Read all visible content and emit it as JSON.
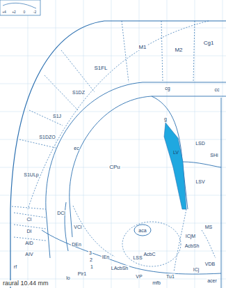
{
  "diagram": {
    "caption": "raural 10.44 mm",
    "labels": [
      "+4",
      "+2",
      "0",
      "-2",
      "M1",
      "M2",
      "Cg1",
      "S1FL",
      "S1DZ",
      "S1J",
      "S1DZO",
      "S1ULp",
      "cg",
      "cc",
      "g",
      "LV",
      "CPu",
      "ec",
      "LSD",
      "LSV",
      "SHi",
      "CI",
      "DI",
      "AID",
      "AIV",
      "rf",
      "DCl",
      "VCl",
      "DEn",
      "ICjM",
      "AcbSh",
      "aca",
      "AcbC",
      "MS",
      "VDB",
      "LAcbSh",
      "LSS",
      "IEn",
      "3",
      "2",
      "1",
      "Pir1",
      "lo",
      "VP",
      "ICj",
      "mfb",
      "Tu1",
      "acer"
    ]
  }
}
